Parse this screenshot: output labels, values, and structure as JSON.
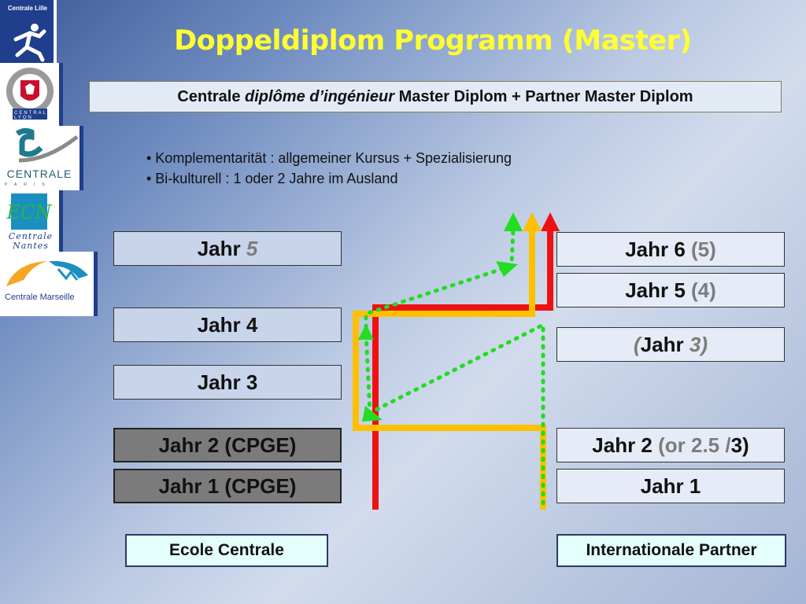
{
  "title": "Doppeldiplom Programm (Master)",
  "subtitle": {
    "part1": "Centrale",
    "italic": "diplôme d’ingénieur",
    "part2": "Master Diplom + Partner Master Diplom"
  },
  "bullets": [
    "• Komplementarität : allgemeiner Kursus + Spezialisierung",
    "• Bi-kulturell : 1 oder 2 Jahre im Ausland"
  ],
  "logos": {
    "lille": "Centrale Lille",
    "lyon": "CENTRALE LYON",
    "paris": "CENTRALE",
    "paris_sub": "PARIS",
    "nantes": "Centrale Nantes",
    "nantes_mono": "ECN",
    "marseille": "Centrale Marseille"
  },
  "left_column": {
    "year5": {
      "text": "Jahr ",
      "num": "5"
    },
    "year4": "Jahr 4",
    "year3": "Jahr 3",
    "year2": "Jahr 2 (CPGE)",
    "year1": "Jahr 1 (CPGE)"
  },
  "right_column": {
    "year6": {
      "text": "Jahr 6 ",
      "alt": "(5)"
    },
    "year5": {
      "text": "Jahr 5 ",
      "alt": "(4)"
    },
    "year3": {
      "open": "(",
      "text": "Jahr ",
      "num": "3",
      "close": ")"
    },
    "year2": {
      "text": "Jahr 2 ",
      "alt1": "(or 2.5 /",
      "alt2": "3)"
    },
    "year1": "Jahr 1"
  },
  "labels": {
    "left": "Ecole  Centrale",
    "right": "Internationale Partner"
  },
  "colors": {
    "title": "#ffff33",
    "red_path": "#ee1111",
    "yellow_path": "#ffc000",
    "green_path": "#22dd22"
  }
}
